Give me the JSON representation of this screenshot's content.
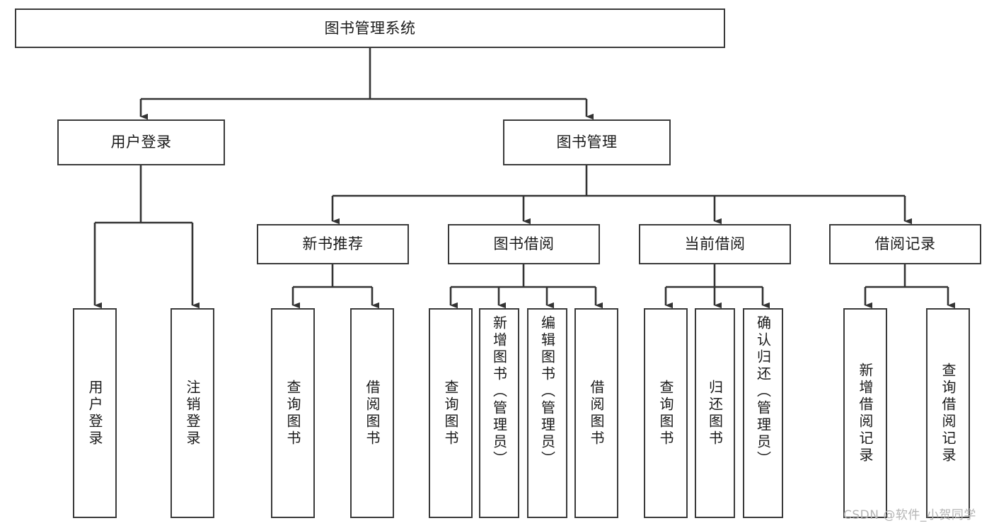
{
  "diagram": {
    "type": "tree-hierarchy",
    "title": "图书管理系统",
    "watermark": "CSDN @软件_小贺同学",
    "colors": {
      "box_border": "#3a3a3a",
      "box_fill": "#ffffff",
      "connector": "#333333",
      "text": "#1a1a1a",
      "watermark": "#b4b4b4",
      "background": "#ffffff"
    },
    "nodes": {
      "root": {
        "label": "图书管理系统",
        "orientation": "horizontal"
      },
      "level2": [
        {
          "label": "用户登录",
          "orientation": "horizontal"
        },
        {
          "label": "图书管理",
          "orientation": "horizontal"
        }
      ],
      "level3": [
        {
          "label": "新书推荐",
          "orientation": "horizontal"
        },
        {
          "label": "图书借阅",
          "orientation": "horizontal"
        },
        {
          "label": "当前借阅",
          "orientation": "horizontal"
        },
        {
          "label": "借阅记录",
          "orientation": "horizontal"
        }
      ],
      "leaves": {
        "user_login": [
          {
            "label": "用户登录",
            "orientation": "vertical"
          },
          {
            "label": "注销登录",
            "orientation": "vertical"
          }
        ],
        "new_book_recommend": [
          {
            "label": "查询图书",
            "orientation": "vertical"
          },
          {
            "label": "借阅图书",
            "orientation": "vertical"
          }
        ],
        "book_borrow": [
          {
            "label": "查询图书",
            "orientation": "vertical"
          },
          {
            "label": "新增图书（管理员）",
            "orientation": "vertical"
          },
          {
            "label": "编辑图书（管理员）",
            "orientation": "vertical"
          },
          {
            "label": "借阅图书",
            "orientation": "vertical"
          }
        ],
        "current_borrow": [
          {
            "label": "查询图书",
            "orientation": "vertical"
          },
          {
            "label": "归还图书",
            "orientation": "vertical"
          },
          {
            "label": "确认归还（管理员）",
            "orientation": "vertical"
          }
        ],
        "borrow_record": [
          {
            "label": "新增借阅记录",
            "orientation": "vertical"
          },
          {
            "label": "查询借阅记录",
            "orientation": "vertical"
          }
        ]
      }
    }
  }
}
